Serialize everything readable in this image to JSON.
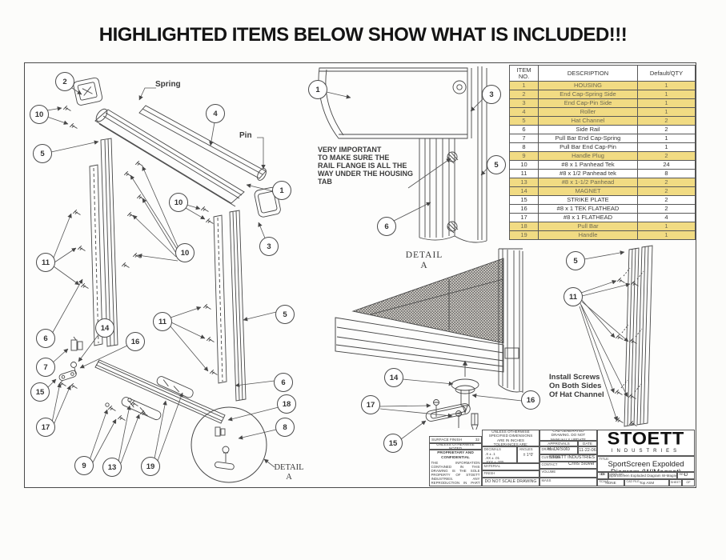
{
  "page": {
    "heading": "HIGHLIGHTED ITEMS BELOW SHOW WHAT IS INCLUDED!!!"
  },
  "parts_table": {
    "headers": [
      "ITEM\nNO.",
      "DESCRIPTION",
      "Default/QTY"
    ],
    "highlight_color": "#f1db83",
    "rows": [
      {
        "item": "1",
        "description": "HOUSING",
        "qty": "1",
        "highlighted": true
      },
      {
        "item": "2",
        "description": "End Cap-Spring Side",
        "qty": "1",
        "highlighted": true
      },
      {
        "item": "3",
        "description": "End Cap-Pin Side",
        "qty": "1",
        "highlighted": true
      },
      {
        "item": "4",
        "description": "Roller",
        "qty": "1",
        "highlighted": true
      },
      {
        "item": "5",
        "description": "Hat Channel",
        "qty": "2",
        "highlighted": true
      },
      {
        "item": "6",
        "description": "Side Rail",
        "qty": "2",
        "highlighted": false
      },
      {
        "item": "7",
        "description": "Pull Bar End Cap-Spring",
        "qty": "1",
        "highlighted": false
      },
      {
        "item": "8",
        "description": "Pull Bar End Cap-Pin",
        "qty": "1",
        "highlighted": false
      },
      {
        "item": "9",
        "description": "Handle Plug",
        "qty": "2",
        "highlighted": true
      },
      {
        "item": "10",
        "description": "#8 x 1 Panhead Tek",
        "qty": "24",
        "highlighted": false
      },
      {
        "item": "11",
        "description": "#8 x 1/2 Panhead tek",
        "qty": "8",
        "highlighted": false
      },
      {
        "item": "13",
        "description": "#8 x 1-1/2 Panhead",
        "qty": "2",
        "highlighted": true
      },
      {
        "item": "14",
        "description": "MAGNET",
        "qty": "2",
        "highlighted": true
      },
      {
        "item": "15",
        "description": "STRIKE PLATE",
        "qty": "2",
        "highlighted": false
      },
      {
        "item": "16",
        "description": "#8 x 1 TEK FLATHEAD",
        "qty": "2",
        "highlighted": false
      },
      {
        "item": "17",
        "description": "#8 x 1 FLATHEAD",
        "qty": "4",
        "highlighted": false
      },
      {
        "item": "18",
        "description": "Pull Bar",
        "qty": "1",
        "highlighted": true
      },
      {
        "item": "19",
        "description": "Handle",
        "qty": "1",
        "highlighted": true
      }
    ]
  },
  "notes": {
    "spring": "Spring",
    "pin": "Pin",
    "very_important": "VERY IMPORTANT\nTO MAKE SURE THE\nRAIL FLANGE IS ALL THE\nWAY UNDER THE HOUSING\nTAB",
    "detail_a": "DETAIL\nA",
    "detail_a_bottom": "DETAIL\nA",
    "install_screws": "Install Screws\nOn Both Sides\nOf Hat Channel"
  },
  "callouts": {
    "exploded": [
      "2",
      "10",
      "5",
      "11",
      "6",
      "7",
      "15",
      "17",
      "14",
      "16",
      "11",
      "9",
      "13",
      "19",
      "4",
      "1",
      "3",
      "10",
      "10",
      "5",
      "6",
      "18",
      "8"
    ],
    "corner": [
      "1",
      "3",
      "5",
      "6"
    ],
    "detail": [
      "14",
      "16",
      "17",
      "15"
    ],
    "channel": [
      "5",
      "11"
    ]
  },
  "title_block": {
    "surface_finish_label": "SURFACE FINISH",
    "surface_finish_value": "32",
    "unless_otherwise_noted": "UNLESS OTHERWISE NOTED",
    "proprietary_heading": "PROPRIETARY AND CONFIDENTIAL",
    "proprietary_text": "THE INFORMATION CONTAINED IN THIS DRAWING IS THE SOLE PROPERTY OF STOETT INDUSTRIES. ANY REPRODUCTION IN PART OR AS IN A WHOLE WITHOUT THE WRITTEN PERMISSION OF STOETT INDUSTRIES IS PROHIBITED.",
    "tolerance_heading": "UNLESS OTHERWISE SPECIFIED DIMENSIONS ARE IN INCHES TOLERANCES ARE:",
    "decimals_label": "DECIMALS",
    "decimals_values": ".X ±  .1\n.XX ±  .01\n.XXX ±  .005",
    "angles_label": "ANGLES",
    "angles_value": "± 1°0'",
    "material_label": "MATERIAL",
    "finish_label": "FINISH",
    "do_not_scale": "DO NOT SCALE DRAWING",
    "cad_note": "CAD GENERATED DRAWING. DO NOT MANUALLY UPDATE",
    "approvals_label": "APPROVALS",
    "date_label": "DATE",
    "drawn_label": "DRAWN",
    "drawn_name": "R. DeSoto",
    "drawn_date": "11-22-06",
    "customer_label": "CUSTOMER",
    "customer_value": "STOETT INDUSTRIES",
    "contact_label": "CONTACT",
    "contact_value": "Chris Stover",
    "volume_label": "VOLUME",
    "mass_label": "MASS",
    "logo_text": "STOETT",
    "logo_subtext": "INDUSTRIES",
    "title_label": "TITLE:",
    "drawing_title": "SportScreen Expolded\nDiagram (W/Magnet)",
    "size_label": "SIZE",
    "size_value": "B",
    "dwg_no_label": "DWG. NO.",
    "dwg_no_value": "SportScreen Exploded Diagram W-Magnet",
    "rev_label": "REV.",
    "rev_value": "D",
    "scale_label": "SCALE",
    "scale_value": "NONE",
    "cad_file_label": "CAD FILE",
    "cad_file_value": "Top ASM",
    "sheet_label": "SHEET",
    "of_label": "OF"
  }
}
